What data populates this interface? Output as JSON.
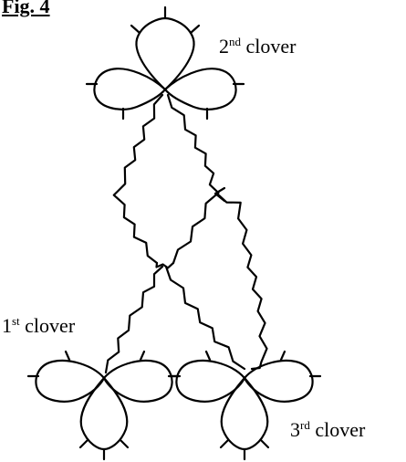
{
  "figure": {
    "title": "Fig. 4",
    "labels": [
      {
        "num": "2",
        "suffix": "nd",
        "text": " clover"
      },
      {
        "num": "1",
        "suffix": "st",
        "text": " clover"
      },
      {
        "num": "3",
        "suffix": "rd",
        "text": " clover"
      }
    ]
  },
  "colors": {
    "ink": "#000000",
    "background": "#ffffff"
  }
}
